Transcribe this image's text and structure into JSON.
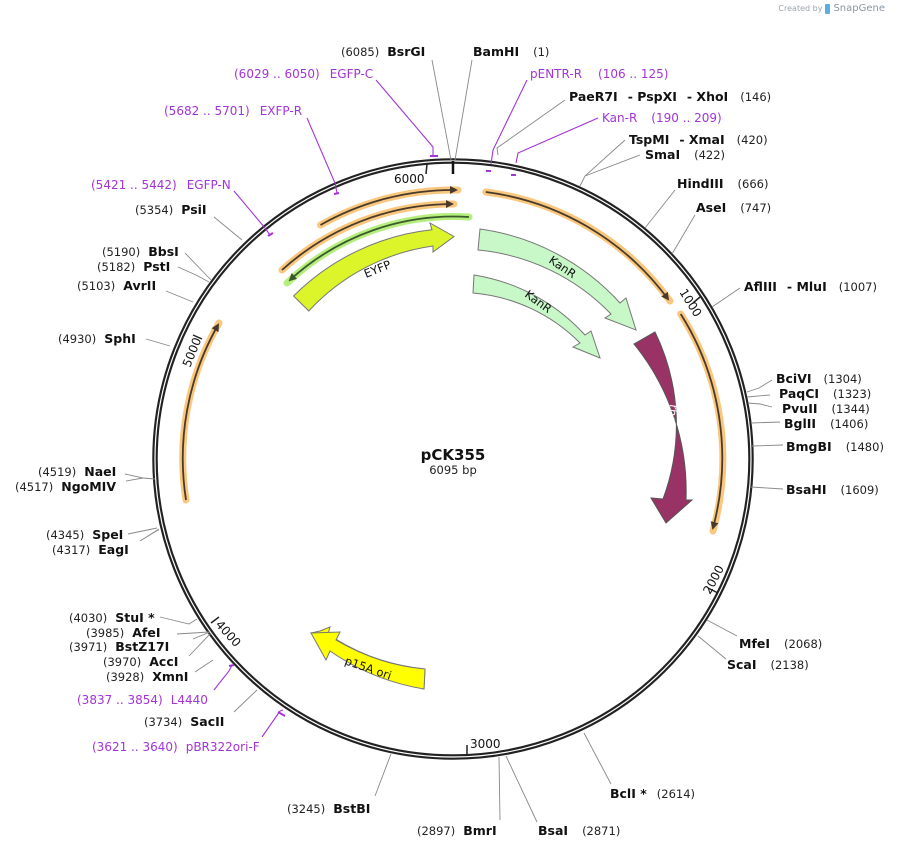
{
  "watermark": {
    "prefix": "Created by",
    "brand": "SnapGene"
  },
  "plasmid": {
    "name": "pCK355",
    "length_label": "6095 bp",
    "length": 6095
  },
  "ticks": [
    {
      "label": "1000",
      "pos": 1000
    },
    {
      "label": "2000",
      "pos": 2000
    },
    {
      "label": "3000",
      "pos": 3000
    },
    {
      "label": "4000",
      "pos": 4000
    },
    {
      "label": "5000",
      "pos": 5000
    },
    {
      "label": "6000",
      "pos": 6000
    }
  ],
  "features": [
    {
      "name": "EYFP",
      "color": "#dcf52a",
      "direction": "forward"
    },
    {
      "name": "KanR",
      "color": "#c8f7c8",
      "direction": "forward"
    },
    {
      "name": "KanR",
      "color": "#c8f7c8",
      "direction": "forward"
    },
    {
      "name": "rhaS",
      "color": "#993366",
      "direction": "forward"
    },
    {
      "name": "p15A ori",
      "color": "#ffff00",
      "direction": "reverse"
    }
  ],
  "primers": [
    {
      "name": "EGFP-C",
      "range": "(6029 .. 6050)"
    },
    {
      "name": "EXFP-R",
      "range": "(5682 .. 5701)"
    },
    {
      "name": "EGFP-N",
      "range": "(5421 .. 5442)"
    },
    {
      "name": "pENTR-R",
      "range": "(106 .. 125)"
    },
    {
      "name": "Kan-R",
      "range": "(190 .. 209)"
    },
    {
      "name": "L4440",
      "range": "(3837 .. 3854)"
    },
    {
      "name": "pBR322ori-F",
      "range": "(3621 .. 3640)"
    }
  ],
  "sites": {
    "BsrGI": "(6085)",
    "BamHI": "(1)",
    "PaeR7I": "PaeR7I",
    "PspXI": "- PspXI",
    "XhoI": "- XhoI",
    "XhoI_pos": "(146)",
    "TspMI": "TspMI",
    "XmaI": "- XmaI",
    "XmaI_pos": "(420)",
    "SmaI": "(422)",
    "HindIII": "(666)",
    "AseI": "(747)",
    "AflIII": "AflIII",
    "MluI": "- MluI",
    "MluI_pos": "(1007)",
    "BciVI": "(1304)",
    "PaqCI": "(1323)",
    "PvuII": "(1344)",
    "BglII": "(1406)",
    "BmgBI": "(1480)",
    "BsaHI": "(1609)",
    "MfeI": "(2068)",
    "ScaI": "(2138)",
    "BclI": "(2614)",
    "BsaI": "(2871)",
    "BmrI": "(2897)",
    "BstBI": "(3245)",
    "SacII": "(3734)",
    "XmnI": "(3928)",
    "AccI": "(3970)",
    "BstZ17I": "(3971)",
    "AfeI": "(3985)",
    "StuI": "(4030)",
    "EagI": "(4317)",
    "SpeI": "(4345)",
    "NgoMIV": "(4517)",
    "NaeI": "(4519)",
    "SphI": "(4930)",
    "AvrII": "(5103)",
    "PstI": "(5182)",
    "BbsI": "(5190)",
    "PsiI": "(5354)"
  },
  "site_labels": {
    "BsrGI": "BsrGI",
    "BamHI": "BamHI",
    "SmaI": "SmaI",
    "HindIII": "HindIII",
    "AseI": "AseI",
    "BciVI": "BciVI",
    "PaqCI": "PaqCI",
    "PvuII": "PvuII",
    "BglII": "BglII",
    "BmgBI": "BmgBI",
    "BsaHI": "BsaHI",
    "MfeI": "MfeI",
    "ScaI": "ScaI",
    "BclI": "BclI *",
    "BsaI": "BsaI",
    "BmrI": "BmrI",
    "BstBI": "BstBI",
    "SacII": "SacII",
    "XmnI": "XmnI",
    "AccI": "AccI",
    "BstZ17I": "BstZ17I",
    "AfeI": "AfeI",
    "StuI": "StuI *",
    "EagI": "EagI",
    "SpeI": "SpeI",
    "NgoMIV": "NgoMIV",
    "NaeI": "NaeI",
    "SphI": "SphI",
    "AvrII": "AvrII",
    "PstI": "PstI",
    "BbsI": "BbsI",
    "PsiI": "PsiI"
  },
  "colors": {
    "backbone": "#222222",
    "orange_feature": "#f9c77e",
    "primer": "#a334d8",
    "green_primer": "#b5ee7f"
  }
}
